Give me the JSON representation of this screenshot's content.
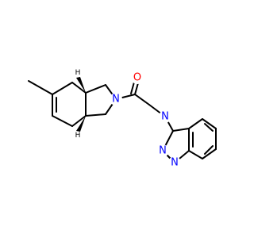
{
  "colors": {
    "bond": "#000000",
    "oxygen": "#ff0000",
    "nitrogen": "#0000ff",
    "hydrogen": "#000000",
    "background": "#ffffff"
  },
  "atoms": {
    "oxygen": {
      "label": "O"
    },
    "nitrogen_amide": {
      "label": "N"
    },
    "nitrogen_1": {
      "label": "N"
    },
    "nitrogen_2": {
      "label": "N"
    },
    "nitrogen_3": {
      "label": "N"
    },
    "hydrogen_top": {
      "label": "H"
    },
    "hydrogen_bottom": {
      "label": "H"
    }
  }
}
